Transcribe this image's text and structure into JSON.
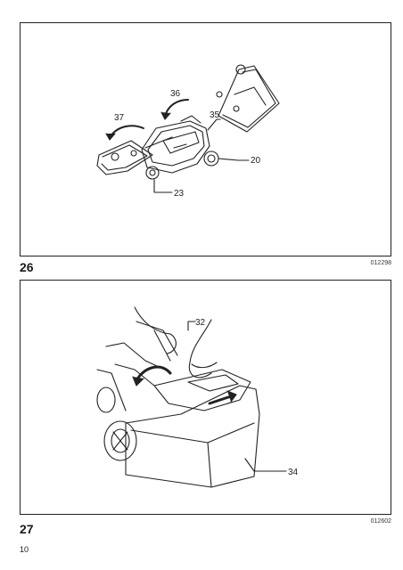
{
  "figures": [
    {
      "number": "26",
      "code": "012298",
      "callouts": {
        "c37": "37",
        "c36": "36",
        "c35": "35",
        "c20": "20",
        "c23": "23"
      }
    },
    {
      "number": "27",
      "code": "012602",
      "callouts": {
        "c32": "32",
        "c34": "34"
      }
    }
  ],
  "page": {
    "number": "10"
  }
}
